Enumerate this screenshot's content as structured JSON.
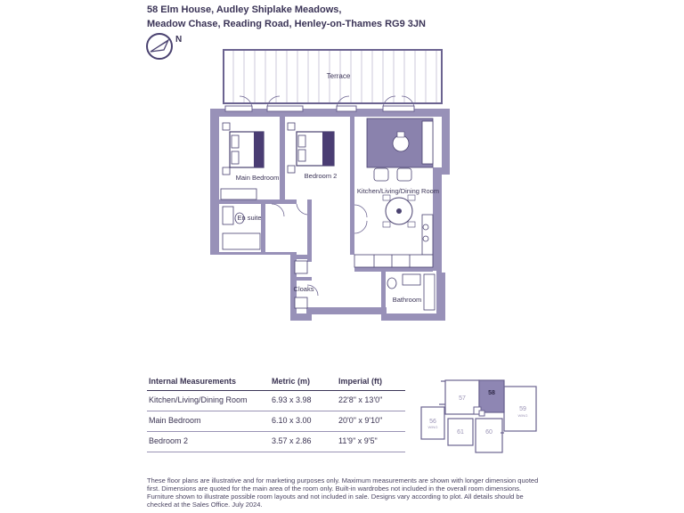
{
  "address": {
    "line1": "58 Elm House, Audley Shiplake Meadows,",
    "line2": "Meadow Chase, Reading Road, Henley-on-Thames RG9 3JN"
  },
  "compass": {
    "label": "N"
  },
  "rooms": {
    "terrace": "Terrace",
    "main_bedroom": "Main Bedroom",
    "bedroom2": "Bedroom 2",
    "kitchen": "Kitchen/Living/Dining Room",
    "ensuite": "En suite",
    "cloaks": "Cloaks",
    "bathroom": "Bathroom"
  },
  "table": {
    "headers": [
      "Internal Measurements",
      "Metric (m)",
      "Imperial (ft)"
    ],
    "rows": [
      [
        "Kitchen/Living/Dining Room",
        "6.93 x 3.98",
        "22'8\" x 13'0\""
      ],
      [
        "Main Bedroom",
        "6.10 x 3.00",
        "20'0\" x 9'10\""
      ],
      [
        "Bedroom 2",
        "3.57 x 2.86",
        "11'9\" x 9'5\""
      ]
    ]
  },
  "keyplan": {
    "units": [
      "57",
      "58",
      "59",
      "56",
      "61",
      "60"
    ],
    "wing_label": "WING",
    "highlighted": "58"
  },
  "disclaimer": "These floor plans are illustrative and for marketing purposes only. Maximum measurements are shown with longer dimension quoted first. Dimensions are quoted for the main area of the room only. Built-in wardrobes not included in the overall room dimensions. Furniture shown to illustrate possible room layouts and not included in sale. Designs vary according to plot. All details should be checked at the Sales Office. July 2024.",
  "colors": {
    "wall": "#6b6390",
    "fill": "#9891b8",
    "text": "#3b3457",
    "highlight": "#8e86b3"
  }
}
